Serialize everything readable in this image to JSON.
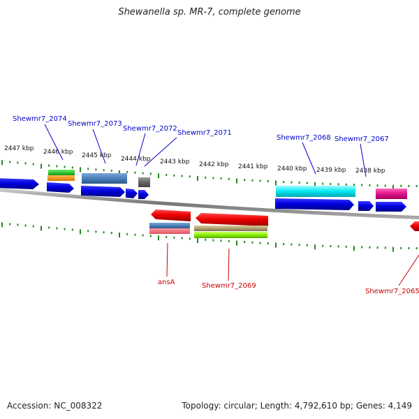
{
  "title": "Shewanella sp. MR-7, complete genome",
  "footer": {
    "accession": "Accession: NC_008322",
    "topology": "Topology: circular; Length: 4,792,610 bp; Genes: 4,149"
  },
  "colors": {
    "ruler_tick": "#228822",
    "backbone": "#888888",
    "forward_label": "#0000cc",
    "reverse_label": "#cc0000"
  },
  "kbp_labels": [
    "2447 kbp",
    "2446 kbp",
    "2445 kbp",
    "2444 kbp",
    "2443 kbp",
    "2442 kbp",
    "2441 kbp",
    "2440 kbp",
    "2439 kbp",
    "2438 kbp"
  ],
  "forward_labels": [
    "Shewmr7_2074",
    "Shewmr7_2073",
    "Shewmr7_2072",
    "Shewmr7_2071",
    "Shewmr7_2068",
    "Shewmr7_2067"
  ],
  "reverse_labels": [
    "ansA",
    "Shewmr7_2069",
    "Shewmr7_2065"
  ]
}
